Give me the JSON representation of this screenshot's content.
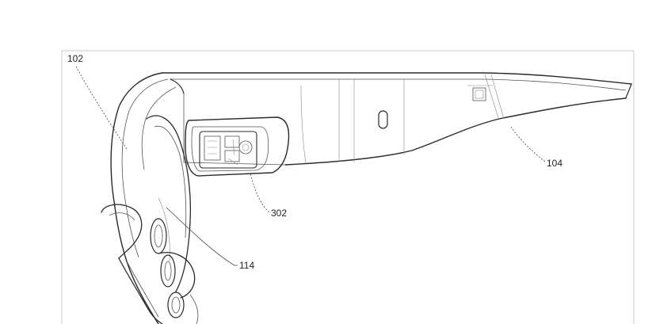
{
  "labels": {
    "frame_front": "102",
    "temple_arm": "104",
    "camera_module": "302",
    "lens_display": "114"
  },
  "icons": {
    "button": "rounded-slot-icon",
    "sensor": "small-square-sensor-icon"
  }
}
